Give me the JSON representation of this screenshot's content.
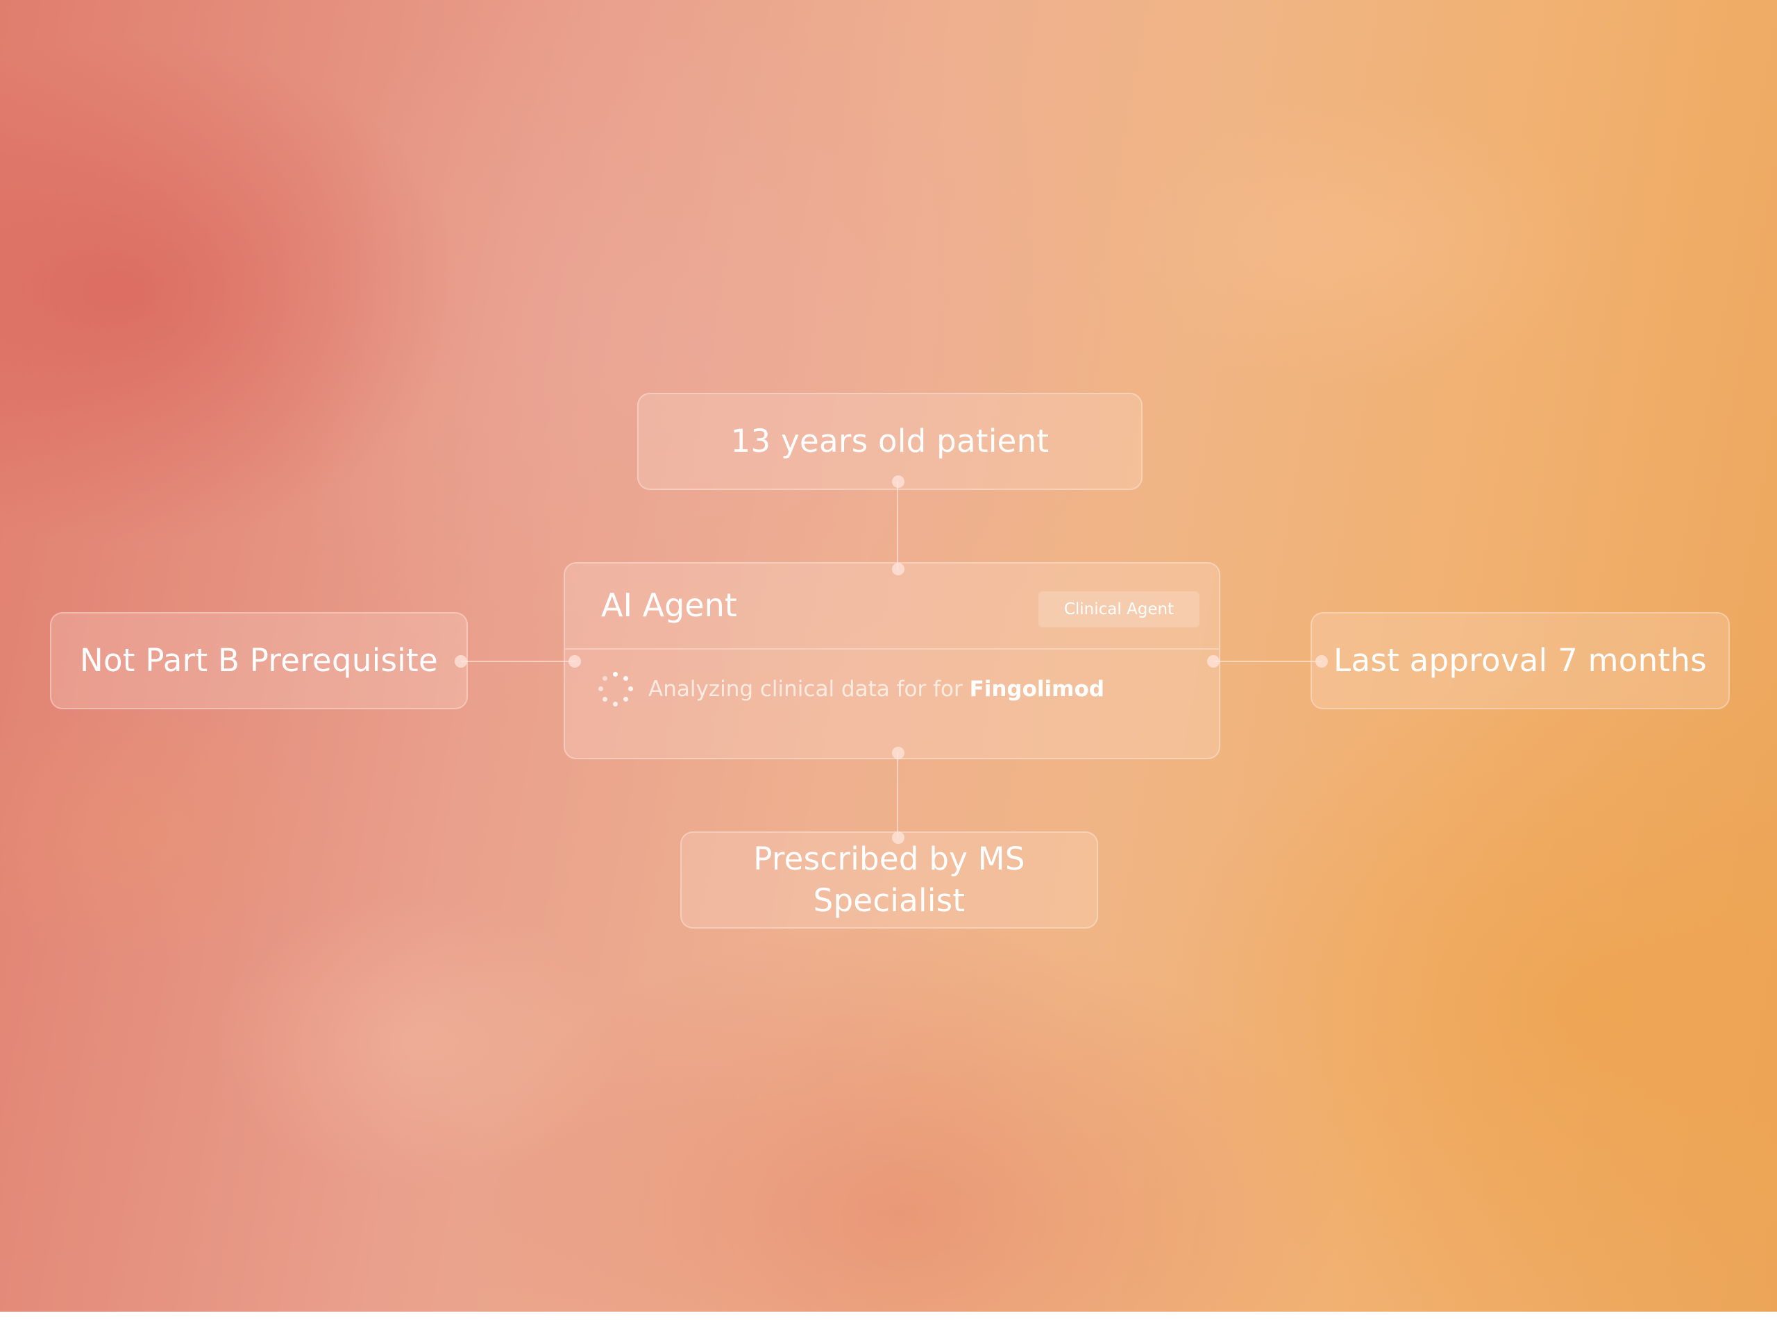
{
  "nodes": {
    "top": "13 years old patient",
    "left": "Not Part B Prerequisite",
    "right": "Last approval 7 months",
    "bottom": "Prescribed by MS Specialist"
  },
  "agent": {
    "title": "AI Agent",
    "badge": "Clinical Agent",
    "status_prefix": "Analyzing clinical data for for",
    "drug": "Fingolimod"
  },
  "icons": {
    "status": "loading-spinner-icon"
  }
}
